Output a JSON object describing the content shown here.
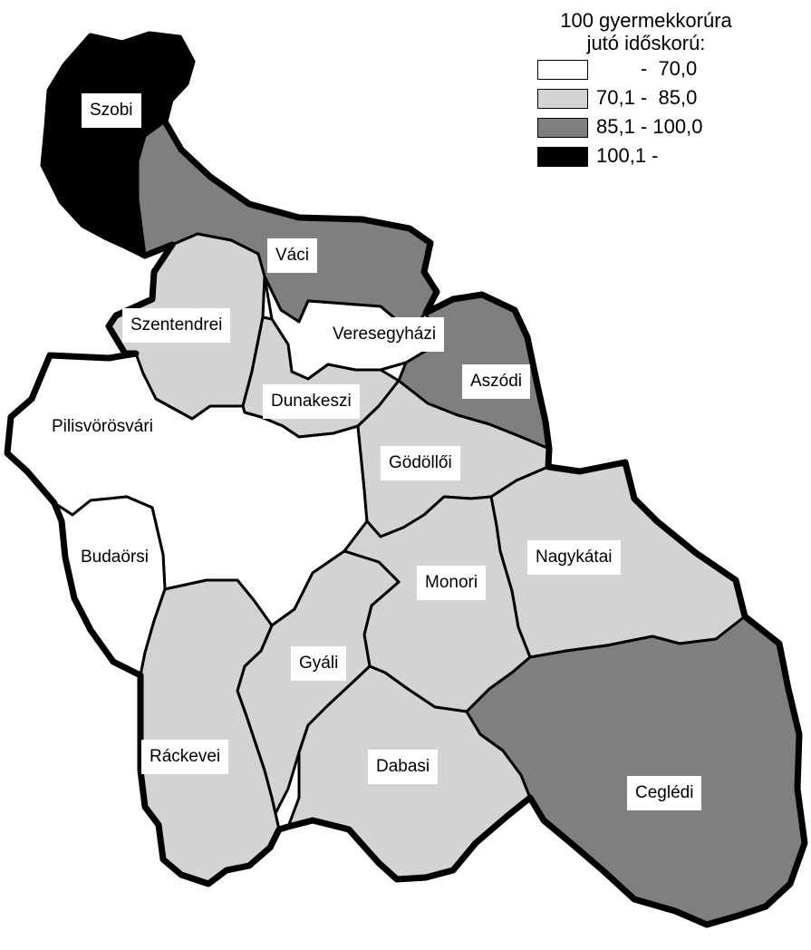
{
  "legend": {
    "title_line1": "100 gyermekkorúra",
    "title_line2": "jutó időskorú:",
    "classes": [
      {
        "label": "        -  70,0",
        "color": "#ffffff"
      },
      {
        "label": "70,1 -  85,0",
        "color": "#d3d3d3"
      },
      {
        "label": "85,1 - 100,0",
        "color": "#7f7f7f"
      },
      {
        "label": "100,1 -",
        "color": "#000000"
      }
    ]
  },
  "regions": [
    {
      "name": "Szobi",
      "class": 3
    },
    {
      "name": "Váci",
      "class": 2
    },
    {
      "name": "Szentendrei",
      "class": 1
    },
    {
      "name": "Veresegyházi",
      "class": 0
    },
    {
      "name": "Aszódi",
      "class": 2
    },
    {
      "name": "Dunakeszi",
      "class": 1
    },
    {
      "name": "Pilisvörösvári",
      "class": 0
    },
    {
      "name": "Gödöllői",
      "class": 1
    },
    {
      "name": "Budaörsi",
      "class": 0
    },
    {
      "name": "Nagykátai",
      "class": 1
    },
    {
      "name": "Monori",
      "class": 1
    },
    {
      "name": "Gyáli",
      "class": 1
    },
    {
      "name": "Ráckevei",
      "class": 1
    },
    {
      "name": "Dabasi",
      "class": 1
    },
    {
      "name": "Ceglédi",
      "class": 2
    }
  ]
}
